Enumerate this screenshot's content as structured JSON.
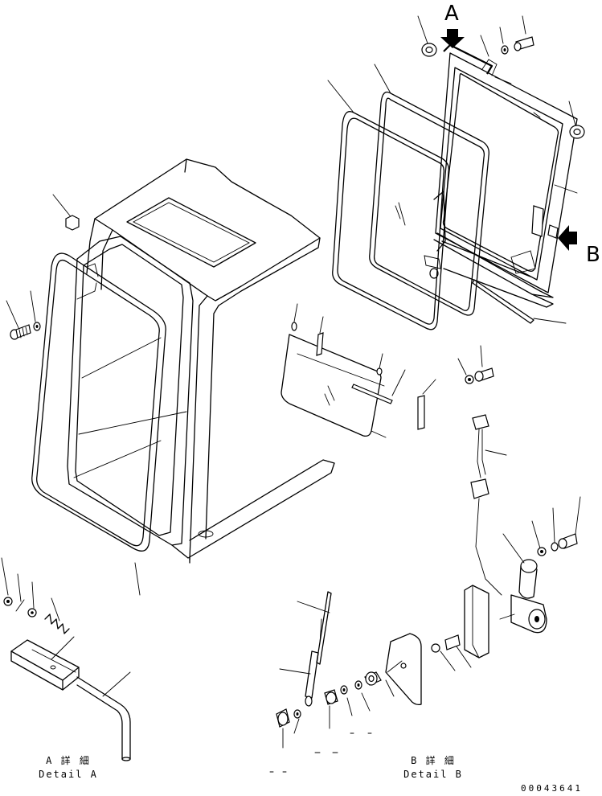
{
  "view_labels": {
    "a": "A",
    "b": "B"
  },
  "details": {
    "a": {
      "jp": "A 詳 細",
      "en": "Detail A"
    },
    "b": {
      "jp": "B 詳 細",
      "en": "Detail B"
    }
  },
  "drawing_number": "00043641"
}
